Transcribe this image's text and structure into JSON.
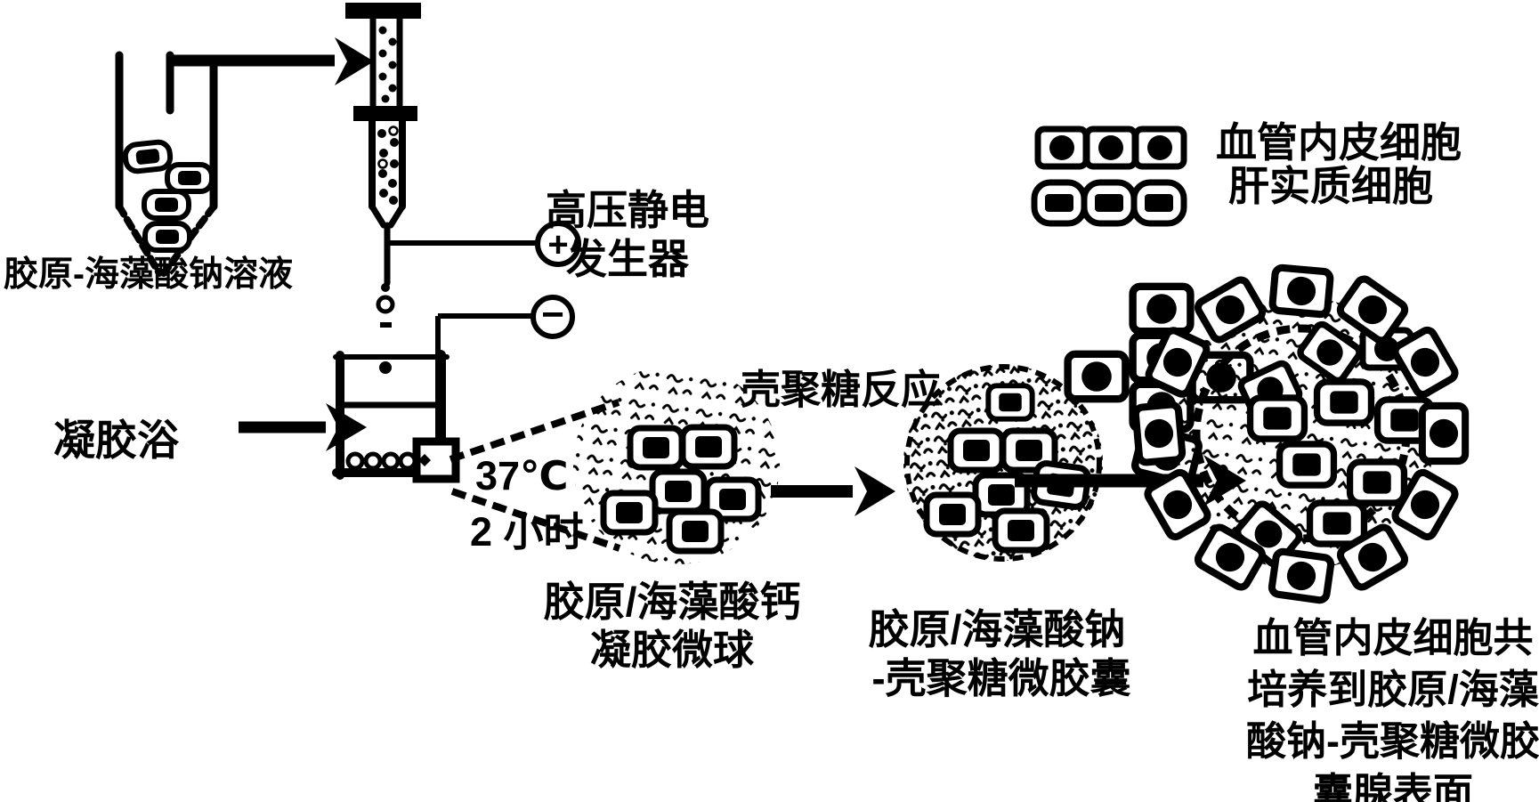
{
  "figure": {
    "type": "patent-process-diagram",
    "description": "Electrostatic droplet preparation of collagen/alginate-chitosan microcapsules and cell co-culture"
  },
  "labels": {
    "solution": "胶原-海藻酸钠溶液",
    "generator_line1": "高压静电",
    "generator_line2": "发生器",
    "gel_bath": "凝胶浴",
    "temperature": "37℃",
    "duration": "2 小时",
    "chitosan_reaction": "壳聚糖反应",
    "microsphere_line1": "胶原/海藻酸钙",
    "microsphere_line2": "凝胶微球",
    "microcapsule_line1": "胶原/海藻酸钠",
    "microcapsule_line2": "-壳聚糖微胶囊",
    "final_line1": "血管内皮细胞共",
    "final_line2": "培养到胶原/海藻",
    "final_line3": "酸钠-壳聚糖微胶",
    "final_line4": "囊腺表面",
    "electrode_positive": "+",
    "electrode_negative": "−"
  },
  "legend": {
    "items": [
      {
        "label": "血管内皮细胞",
        "cell": "rect-cell-round-nucleus"
      },
      {
        "label": "肝实质细胞",
        "cell": "round-cell-rect-nucleus"
      }
    ]
  },
  "colors": {
    "ink": "#000000",
    "background": "#ffffff"
  }
}
